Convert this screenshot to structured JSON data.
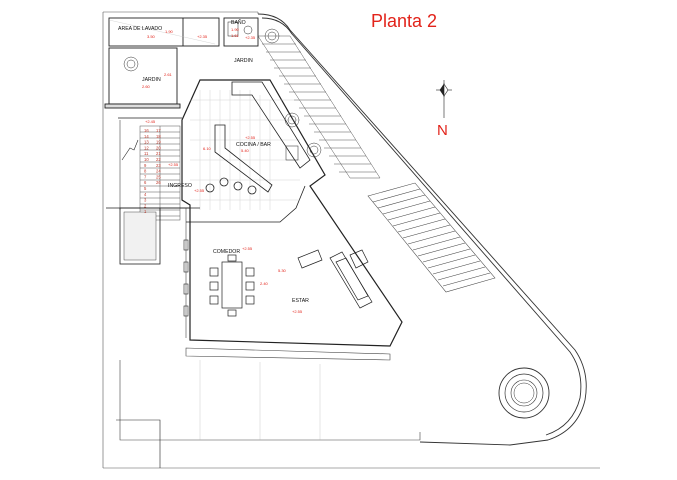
{
  "title": "Planta 2",
  "north_label": "N",
  "rooms": {
    "area_lavado": "AREA DE LAVADO",
    "bano": "BAÑO",
    "jardin_left": "JARDIN",
    "jardin_right": "JARDIN",
    "cocina_bar": "COCINA / BAR",
    "ingreso": "INGRESO",
    "comedor": "COMEDOR",
    "estar": "ESTAR"
  },
  "dimensions": {
    "lavado": "3.50",
    "lavado_h": "1.90",
    "bano_w": "1.90",
    "bano_h": "1.61",
    "jardin_w": "2.60",
    "jardin_h": "2.61",
    "cocina_w": "5.40",
    "cocina_h": "6.10",
    "comedor_h": "5.30",
    "comedor_w": "2.40"
  },
  "levels": {
    "lavado": "+2.35",
    "bano": "+2.35",
    "stair_top": "+2.45",
    "cocina": "+2.55",
    "ingreso": "+2.55",
    "ingreso2": "+2.55",
    "comedor": "+2.55",
    "estar": "+2.55"
  },
  "stair_numbers_left": [
    "16",
    "14",
    "13",
    "12",
    "11",
    "10",
    "9",
    "8",
    "7",
    "6",
    "5",
    "4",
    "3",
    "2",
    "1"
  ],
  "stair_numbers_right": [
    "17",
    "18",
    "19",
    "20",
    "21",
    "22",
    "23",
    "24",
    "25",
    "26"
  ],
  "colors": {
    "accent": "#e2231a",
    "line": "#444444",
    "wall": "#222222"
  }
}
